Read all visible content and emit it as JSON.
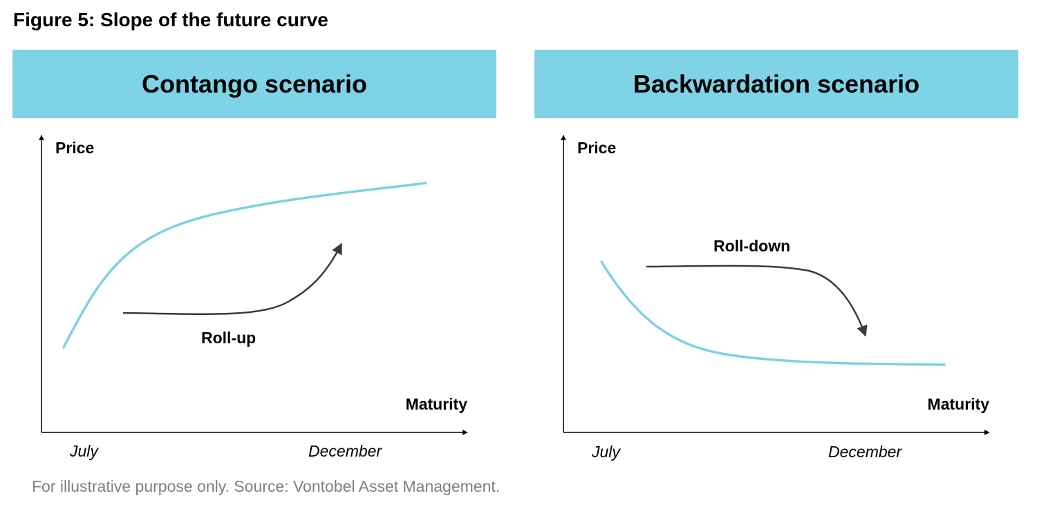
{
  "figure": {
    "title": "Figure 5: Slope of the future curve",
    "source": "For illustrative purpose only. Source: Vontobel Asset Management."
  },
  "colors": {
    "banner": "#7fd3e6",
    "curve": "#7dd0e3",
    "arrow": "#3a3a3a",
    "axis": "#000000",
    "source_text": "#7f7f7f"
  },
  "panels": [
    {
      "heading": "Contango scenario",
      "y_axis_label": "Price",
      "x_axis_label": "Maturity",
      "x_start_label": "July",
      "x_end_label": "December",
      "curve_shape": "rising",
      "arrow_label": "Roll-up",
      "arrow_direction": "up"
    },
    {
      "heading": "Backwardation scenario",
      "y_axis_label": "Price",
      "x_axis_label": "Maturity",
      "x_start_label": "July",
      "x_end_label": "December",
      "curve_shape": "falling",
      "arrow_label": "Roll-down",
      "arrow_direction": "down"
    }
  ]
}
